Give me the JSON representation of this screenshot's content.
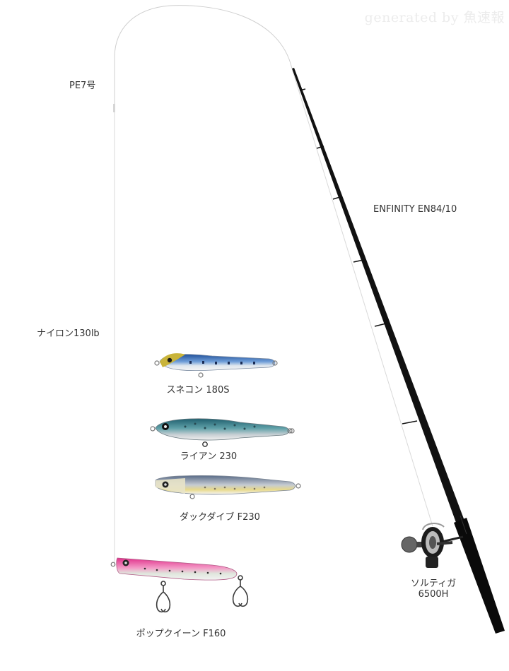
{
  "watermark": "generated by 魚速報",
  "line": {
    "main_label": "PE7号",
    "leader_label": "ナイロン130lb"
  },
  "rod": {
    "label": "ENFINITY EN84/10"
  },
  "reel": {
    "label_line1": "ソルティガ",
    "label_line2": "6500H"
  },
  "lures": [
    {
      "label": "スネコン 180S",
      "color": "#4a7fc0"
    },
    {
      "label": "ライアン 230",
      "color": "#3f7f8a"
    },
    {
      "label": "ダックダイブ F230",
      "color": "#8ea0b8"
    },
    {
      "label": "ポップクイーン F160",
      "color": "#e0509a"
    }
  ],
  "colors": {
    "rod": "#0a0a0a",
    "line": "#cccccc"
  }
}
